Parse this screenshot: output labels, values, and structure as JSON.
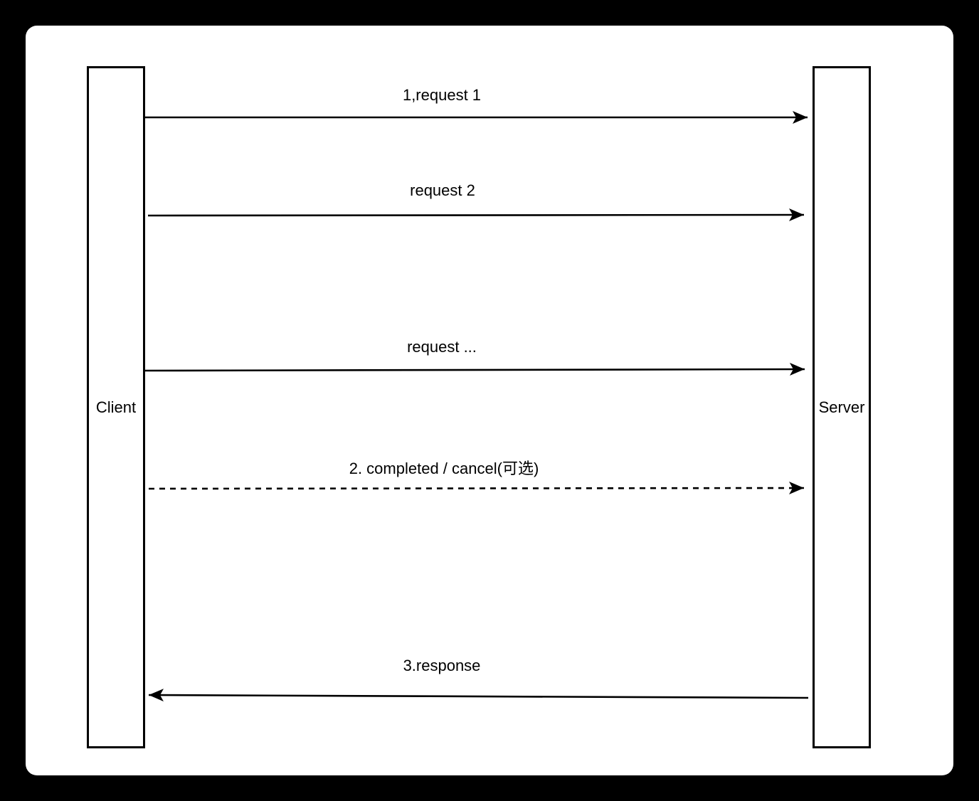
{
  "diagram": {
    "actors": [
      {
        "name": "Client"
      },
      {
        "name": "Server"
      }
    ],
    "messages": [
      {
        "label": "1,request 1",
        "from": "Client",
        "to": "Server",
        "line": "solid"
      },
      {
        "label": "request 2",
        "from": "Client",
        "to": "Server",
        "line": "solid"
      },
      {
        "label": "request ...",
        "from": "Client",
        "to": "Server",
        "line": "solid"
      },
      {
        "label": "2. completed / cancel(可选)",
        "from": "Client",
        "to": "Server",
        "line": "dashed"
      },
      {
        "label": "3.response",
        "from": "Server",
        "to": "Client",
        "line": "solid"
      }
    ],
    "colors": {
      "background": "#000000",
      "canvas": "#ffffff",
      "stroke": "#000000"
    }
  }
}
